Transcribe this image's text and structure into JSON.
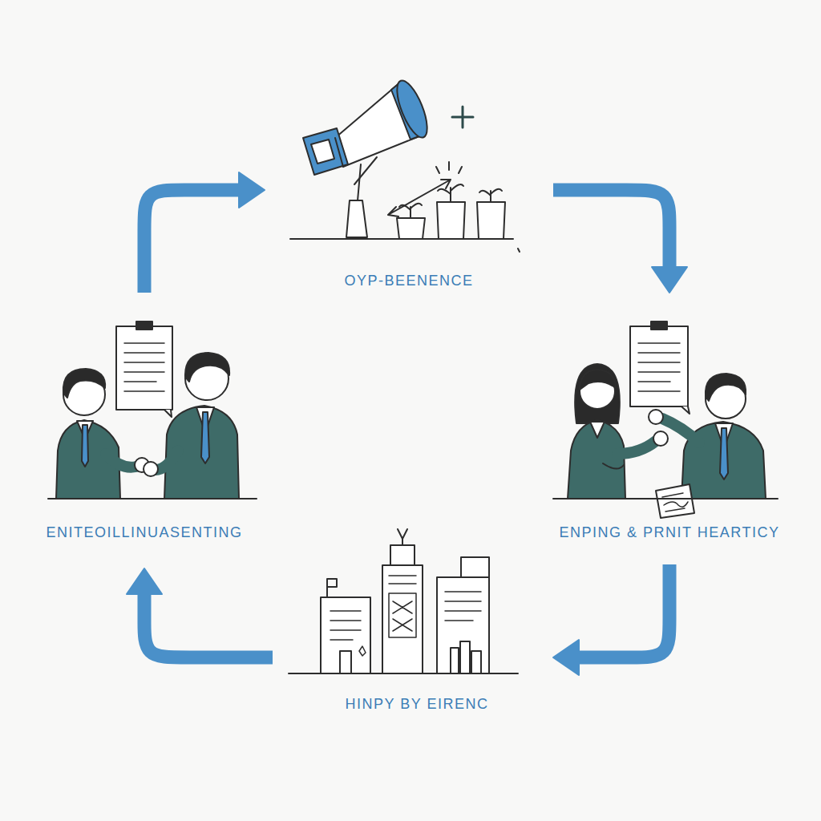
{
  "diagram": {
    "nodes": [
      {
        "text": [
          "OYP-BEENENCE"
        ]
      },
      {
        "text": [
          "ENPING & PRNIT HEARTICY"
        ]
      },
      {
        "text": [
          "HINPY BY EIRENC"
        ]
      },
      {
        "text": [
          "ENITEOILLINUASENTING"
        ]
      }
    ],
    "edges": [
      {
        "from": 0,
        "to": 1,
        "arrow": "to"
      },
      {
        "from": 1,
        "to": 2,
        "arrow": "to"
      },
      {
        "from": 2,
        "to": 3,
        "arrow": "to"
      },
      {
        "from": 3,
        "to": 0,
        "arrow": "to"
      }
    ]
  }
}
